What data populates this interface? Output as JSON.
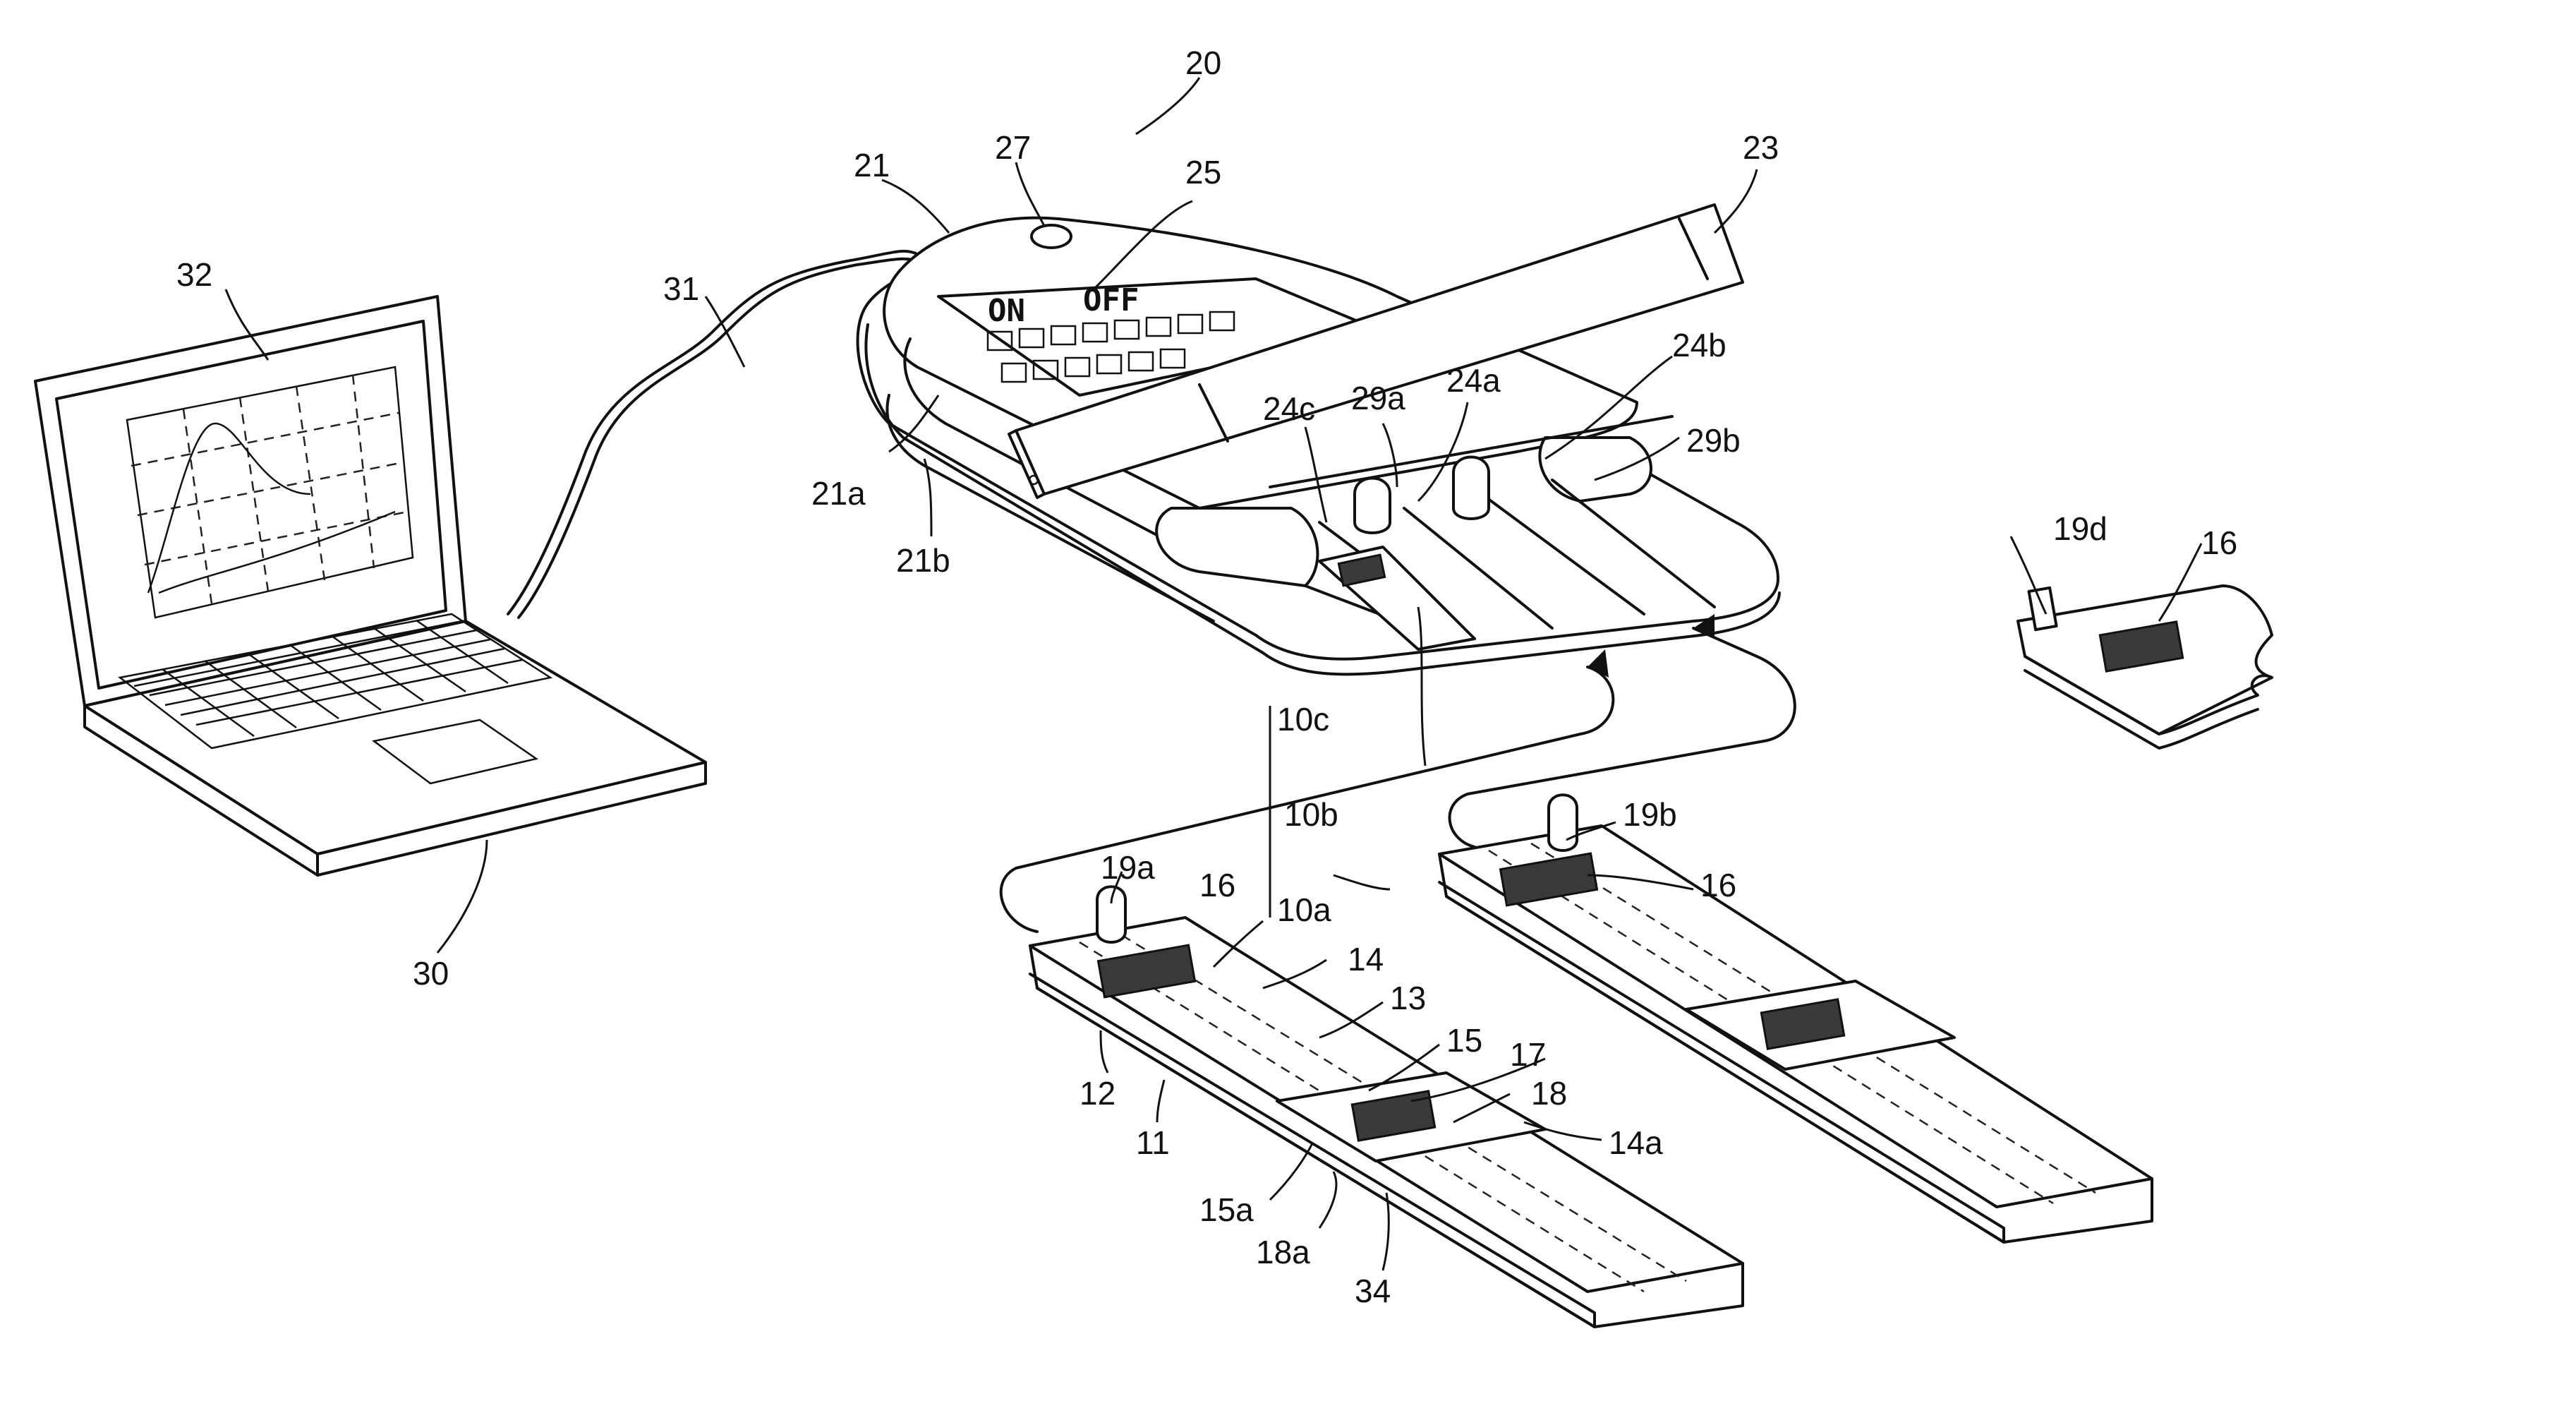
{
  "figure": {
    "reference_labels": [
      {
        "id": "20",
        "text": "20"
      },
      {
        "id": "21",
        "text": "21"
      },
      {
        "id": "27",
        "text": "27"
      },
      {
        "id": "25",
        "text": "25"
      },
      {
        "id": "23",
        "text": "23"
      },
      {
        "id": "24b",
        "text": "24b"
      },
      {
        "id": "24a",
        "text": "24a"
      },
      {
        "id": "29a",
        "text": "29a"
      },
      {
        "id": "24c",
        "text": "24c"
      },
      {
        "id": "29b",
        "text": "29b"
      },
      {
        "id": "21a",
        "text": "21a"
      },
      {
        "id": "21b",
        "text": "21b"
      },
      {
        "id": "31",
        "text": "31"
      },
      {
        "id": "32",
        "text": "32"
      },
      {
        "id": "30",
        "text": "30"
      },
      {
        "id": "10c",
        "text": "10c"
      },
      {
        "id": "10b",
        "text": "10b"
      },
      {
        "id": "10a",
        "text": "10a"
      },
      {
        "id": "19a",
        "text": "19a"
      },
      {
        "id": "19b",
        "text": "19b"
      },
      {
        "id": "19d",
        "text": "19d"
      },
      {
        "id": "16a",
        "text": "16"
      },
      {
        "id": "16b",
        "text": "16"
      },
      {
        "id": "16d",
        "text": "16"
      },
      {
        "id": "14",
        "text": "14"
      },
      {
        "id": "13",
        "text": "13"
      },
      {
        "id": "15",
        "text": "15"
      },
      {
        "id": "17",
        "text": "17"
      },
      {
        "id": "18",
        "text": "18"
      },
      {
        "id": "14a",
        "text": "14a"
      },
      {
        "id": "12",
        "text": "12"
      },
      {
        "id": "11",
        "text": "11"
      },
      {
        "id": "15a",
        "text": "15a"
      },
      {
        "id": "18a",
        "text": "18a"
      },
      {
        "id": "34",
        "text": "34"
      }
    ],
    "device_display": {
      "on_label": "ON",
      "off_label": "OFF"
    }
  }
}
